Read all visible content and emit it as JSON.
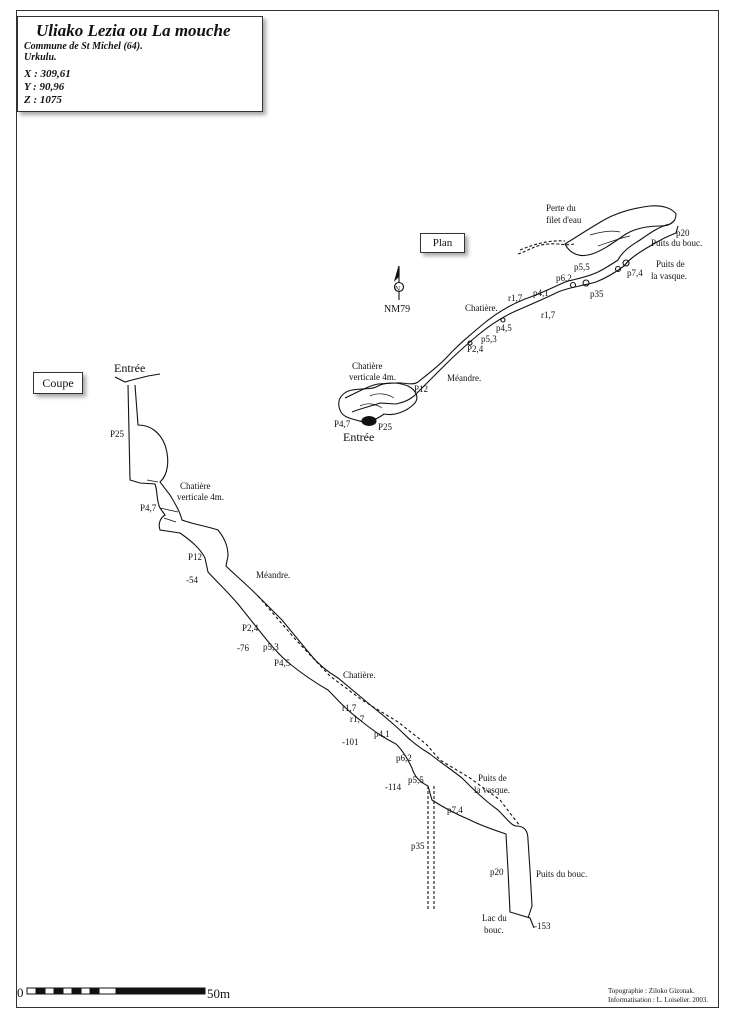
{
  "title": "Uliako Lezia ou La mouche",
  "commune": "Commune de St Michel (64).",
  "locality": "Urkulu.",
  "coords": {
    "x": "X : 309,61",
    "y": "Y : 90,96",
    "z": "Z : 1075"
  },
  "plan": {
    "box_label": "Plan",
    "north_symbol": "N",
    "north_label": "NM79",
    "labels": {
      "perte": "Perte du",
      "filet": "filet d'eau",
      "p20": "p20",
      "puits_bouc": "Puits du bouc.",
      "puits_de": "Puits de",
      "vasque": "la vasque.",
      "p74": "p7,4",
      "p55": "p5,5",
      "p62": "p6,2",
      "p35": "p35",
      "p41": "p4,1",
      "r17a": "r1,7",
      "r17b": "r1,7",
      "chatiere": "Chatière.",
      "p45": "p4,5",
      "p53": "p5,3",
      "p24": "P2,4",
      "meandre": "Méandre.",
      "chatiere_v1": "Chatière",
      "chatiere_v2": "verticale 4m.",
      "p12": "P12",
      "p47": "P4,7",
      "p25": "P25",
      "entree": "Entrée"
    }
  },
  "coupe": {
    "box_label": "Coupe",
    "labels": {
      "entree": "Entrée",
      "p25": "P25",
      "chatiere_v1": "Chatière",
      "chatiere_v2": "verticale 4m.",
      "p47": "P4,7",
      "p12": "P12",
      "d54": "-54",
      "meandre": "Méandre.",
      "p24": "P2,4",
      "d76": "-76",
      "p53": "p5,3",
      "p45": "P4,5",
      "chatiere": "Chatière.",
      "r17a": "r1,7",
      "r17b": "r1,7",
      "d101": "-101",
      "p41": "p4,1",
      "p62": "p6,2",
      "puits_de": "Puits de",
      "vasque": "la vasque.",
      "d114": "-114",
      "p55": "p5,5",
      "p74": "p7,4",
      "p35": "p35",
      "p20": "p20",
      "puits_bouc": "Puits du bouc.",
      "lac1": "Lac du",
      "lac2": "bouc.",
      "d153": "-153"
    }
  },
  "scale": {
    "start": "0",
    "end": "50m"
  },
  "credits": {
    "topo": "Topographie : Ziloko Gizonak.",
    "info": "Informatisation : L. Loiselier. 2003."
  }
}
